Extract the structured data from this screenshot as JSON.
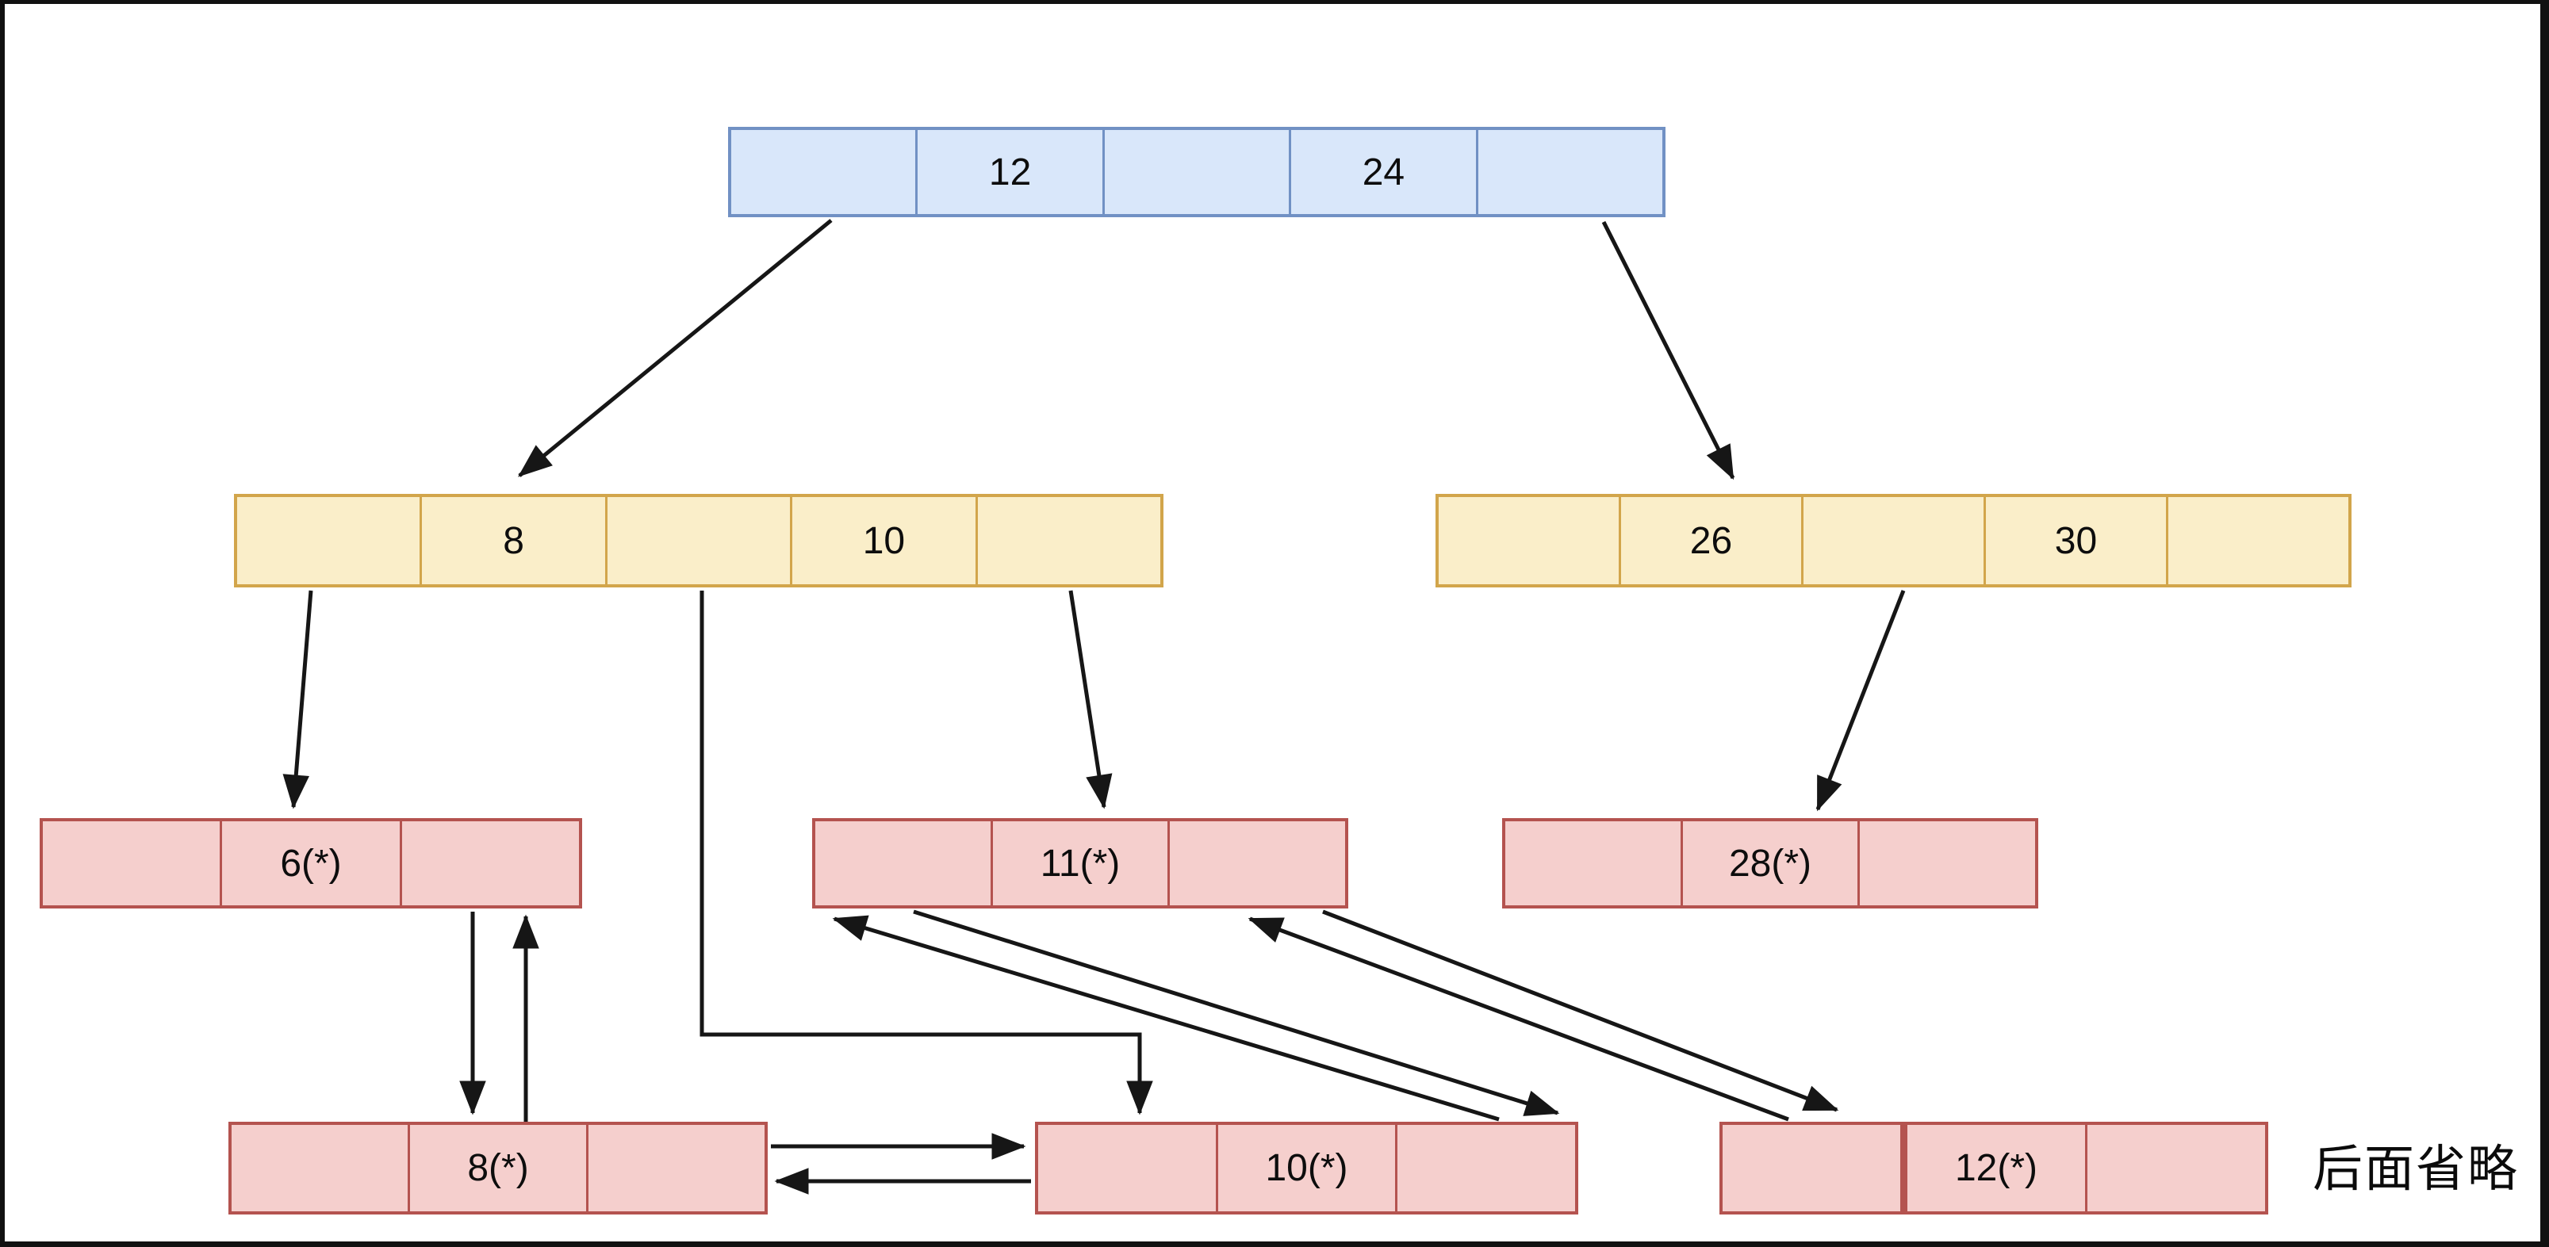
{
  "diagram": {
    "type": "bplus-tree",
    "note": "后面省略",
    "colors": {
      "blue_fill": "#d9e7fa",
      "blue_border": "#7191c4",
      "yellow_fill": "#faeec9",
      "yellow_border": "#d2a54b",
      "pink_fill": "#f5cfcd",
      "pink_border": "#b4534f",
      "arrow": "#161616",
      "frame": "#111111"
    },
    "nodes": [
      {
        "id": "root",
        "level": "root",
        "color": "blue",
        "cells": [
          "",
          "12",
          "",
          "24",
          ""
        ]
      },
      {
        "id": "internal-left",
        "level": "internal",
        "color": "yellow",
        "cells": [
          "",
          "8",
          "",
          "10",
          ""
        ]
      },
      {
        "id": "internal-right",
        "level": "internal",
        "color": "yellow",
        "cells": [
          "",
          "26",
          "",
          "30",
          ""
        ]
      },
      {
        "id": "leaf-6",
        "level": "leaf",
        "color": "pink",
        "cells": [
          "",
          "6(*)",
          ""
        ]
      },
      {
        "id": "leaf-11",
        "level": "leaf",
        "color": "pink",
        "cells": [
          "",
          "11(*)",
          ""
        ]
      },
      {
        "id": "leaf-28",
        "level": "leaf",
        "color": "pink",
        "cells": [
          "",
          "28(*)",
          ""
        ]
      },
      {
        "id": "leaf-8",
        "level": "leaf",
        "color": "pink",
        "cells": [
          "",
          "8(*)",
          ""
        ]
      },
      {
        "id": "leaf-10",
        "level": "leaf",
        "color": "pink",
        "cells": [
          "",
          "10(*)",
          ""
        ]
      },
      {
        "id": "leaf-12",
        "level": "leaf",
        "color": "pink",
        "cells": [
          "",
          "12(*)",
          ""
        ]
      }
    ],
    "edges": [
      {
        "from": "root",
        "to": "internal-left"
      },
      {
        "from": "root",
        "to": "internal-right"
      },
      {
        "from": "internal-left",
        "to": "leaf-6"
      },
      {
        "from": "internal-left",
        "to": "leaf-11"
      },
      {
        "from": "internal-left",
        "to": "leaf-10"
      },
      {
        "from": "internal-right",
        "to": "leaf-28"
      },
      {
        "from": "leaf-6",
        "to": "leaf-8"
      },
      {
        "from": "leaf-8",
        "to": "leaf-6"
      },
      {
        "from": "leaf-8",
        "to": "leaf-10"
      },
      {
        "from": "leaf-10",
        "to": "leaf-8"
      },
      {
        "from": "leaf-10",
        "to": "leaf-11"
      },
      {
        "from": "leaf-11",
        "to": "leaf-10"
      },
      {
        "from": "leaf-12",
        "to": "leaf-11"
      },
      {
        "from": "leaf-11",
        "to": "leaf-12"
      }
    ]
  }
}
